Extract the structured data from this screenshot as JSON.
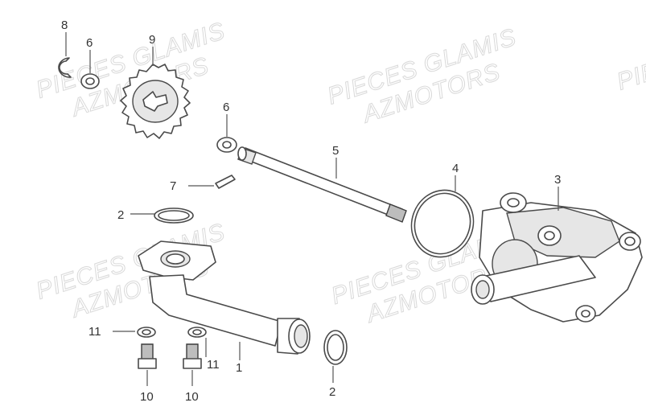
{
  "watermark": {
    "line1": "PIECES GLAMIS",
    "line2": "AZMOTORS"
  },
  "callouts": {
    "c1": "1",
    "c2a": "2",
    "c2b": "2",
    "c3": "3",
    "c4": "4",
    "c5": "5",
    "c6a": "6",
    "c6b": "6",
    "c7": "7",
    "c8": "8",
    "c9": "9",
    "c10a": "10",
    "c10b": "10",
    "c11a": "11",
    "c11b": "11"
  },
  "parts": [
    {
      "number": "1",
      "icon": "water-pipe-icon"
    },
    {
      "number": "2",
      "icon": "o-ring-icon"
    },
    {
      "number": "3",
      "icon": "water-pump-housing-icon"
    },
    {
      "number": "4",
      "icon": "large-o-ring-icon"
    },
    {
      "number": "5",
      "icon": "pump-shaft-icon"
    },
    {
      "number": "6",
      "icon": "washer-icon"
    },
    {
      "number": "7",
      "icon": "pin-icon"
    },
    {
      "number": "8",
      "icon": "circlip-icon"
    },
    {
      "number": "9",
      "icon": "gear-icon"
    },
    {
      "number": "10",
      "icon": "bolt-icon"
    },
    {
      "number": "11",
      "icon": "small-washer-icon"
    }
  ],
  "colors": {
    "line": "#4a4a4a",
    "watermark": "#d9d9d9",
    "background": "#ffffff"
  }
}
